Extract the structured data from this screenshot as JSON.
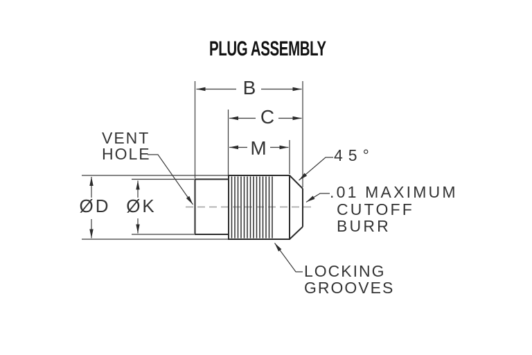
{
  "drawing": {
    "title": "PLUG ASSEMBLY",
    "colors": {
      "outline": "#2b2b2b",
      "thin_line": "#3a3a3a",
      "centerline": "#9e9e9e",
      "text": "#333333",
      "background": "#ffffff"
    },
    "dimensions": {
      "b": "B",
      "c": "C",
      "m": "M",
      "dia_d": "ØD",
      "dia_k": "ØK"
    },
    "callouts": {
      "vent_hole": {
        "line1": "VENT",
        "line2": "HOLE"
      },
      "chamfer_angle": "45°",
      "cutoff_burr": {
        "line1": ".01 MAXIMUM",
        "line2": "CUTOFF",
        "line3": "BURR"
      },
      "locking_grooves": {
        "line1": "LOCKING",
        "line2": "GROOVES"
      }
    }
  }
}
